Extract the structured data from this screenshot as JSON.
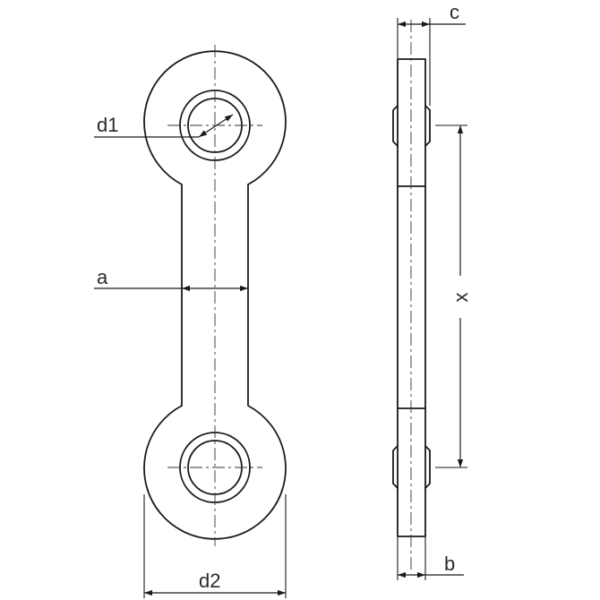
{
  "diagram": {
    "labels": {
      "d1": "d1",
      "a": "a",
      "d2": "d2",
      "c": "c",
      "x": "x",
      "b": "b"
    }
  }
}
